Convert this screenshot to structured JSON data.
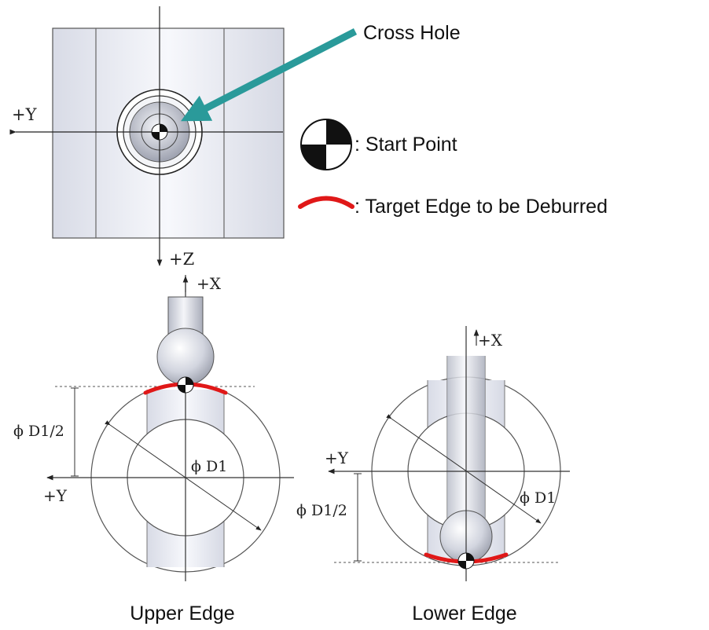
{
  "labels": {
    "cross_hole": "Cross Hole",
    "start_point": ": Start Point",
    "target_edge": ": Target Edge to be Deburred",
    "upper_edge": "Upper Edge",
    "lower_edge": "Lower Edge"
  },
  "axes": {
    "top_y": "+Y",
    "top_z": "+Z",
    "upper_x": "+X",
    "upper_y": "+Y",
    "lower_x": "+X",
    "lower_y": "+Y"
  },
  "dims": {
    "upper_radius": "ϕ D1/2",
    "upper_diameter": "ϕ D1",
    "lower_radius": "ϕ D1/2",
    "lower_diameter": "ϕ D1"
  },
  "colors": {
    "arrow": "#2a9a9a",
    "edge": "#e01818"
  }
}
